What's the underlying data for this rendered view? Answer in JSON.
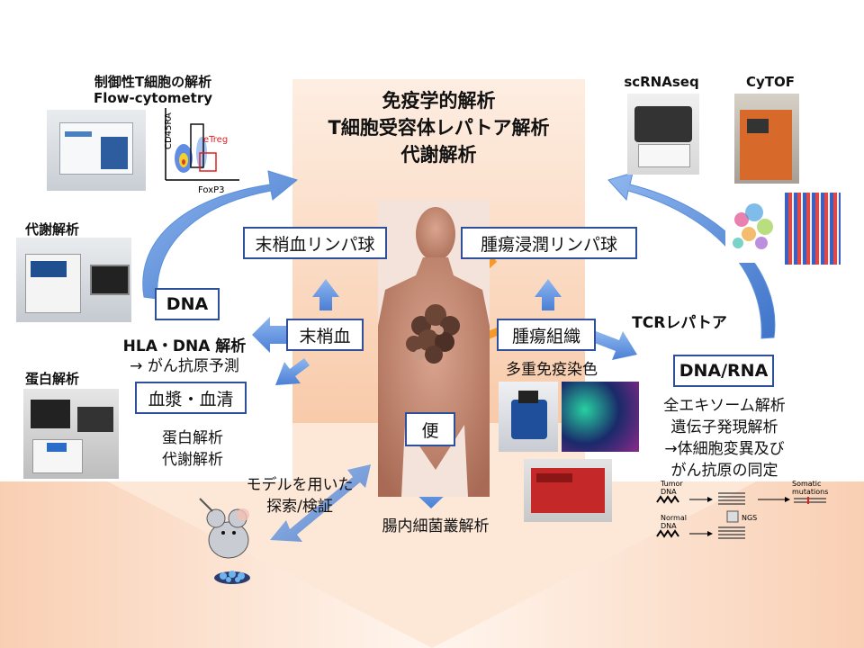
{
  "center_titles": [
    "免疫学的解析",
    "T細胞受容体レパトア解析",
    "代謝解析"
  ],
  "top_left": {
    "title1": "制御性T細胞の解析",
    "title2": "Flow-cytometry",
    "plot_ylabel": "CD45RA",
    "plot_xlabel": "FoxP3",
    "plot_gate_label": "eTreg"
  },
  "top_right": {
    "label_scrna": "scRNAseq",
    "label_cytof": "CyTOF"
  },
  "left_labels": {
    "metabolism": "代謝解析",
    "protein": "蛋白解析",
    "hla_line1": "HLA・DNA 解析",
    "hla_line2": "→ がん抗原予測",
    "protein_met_line1": "蛋白解析",
    "protein_met_line2": "代謝解析",
    "model_line1": "モデルを用いた",
    "model_line2": "探索/検証"
  },
  "boxes": {
    "dna": "DNA",
    "peripheral_lymph": "末梢血リンパ球",
    "peripheral_blood": "末梢血",
    "plasma_serum": "血漿・血清",
    "tumor_lymph": "腫瘍浸潤リンパ球",
    "tumor_tissue": "腫瘍組織",
    "stool": "便",
    "dna_rna": "DNA/RNA"
  },
  "right_labels": {
    "tcr": "TCRレパトア",
    "multiplex": "多重免疫染色",
    "wes": "全エキソーム解析",
    "expr": "遺伝子発現解析",
    "somatic": "→体細胞変異及び",
    "antigen": "がん抗原の同定",
    "gut": "腸内細菌叢解析"
  },
  "ngs_diagram": {
    "tumor_label": "Tumor",
    "tumor_label2": "DNA",
    "normal_label": "Normal",
    "normal_label2": "DNA",
    "ngs_label": "NGS",
    "somatic_label": "Somatic",
    "somatic_label2": "mutations"
  },
  "colors": {
    "box_border": "#2f4f9a",
    "arrow_blue": "#5a8fdc",
    "peach": "#f9c9a6",
    "gate_red": "#e02020"
  }
}
